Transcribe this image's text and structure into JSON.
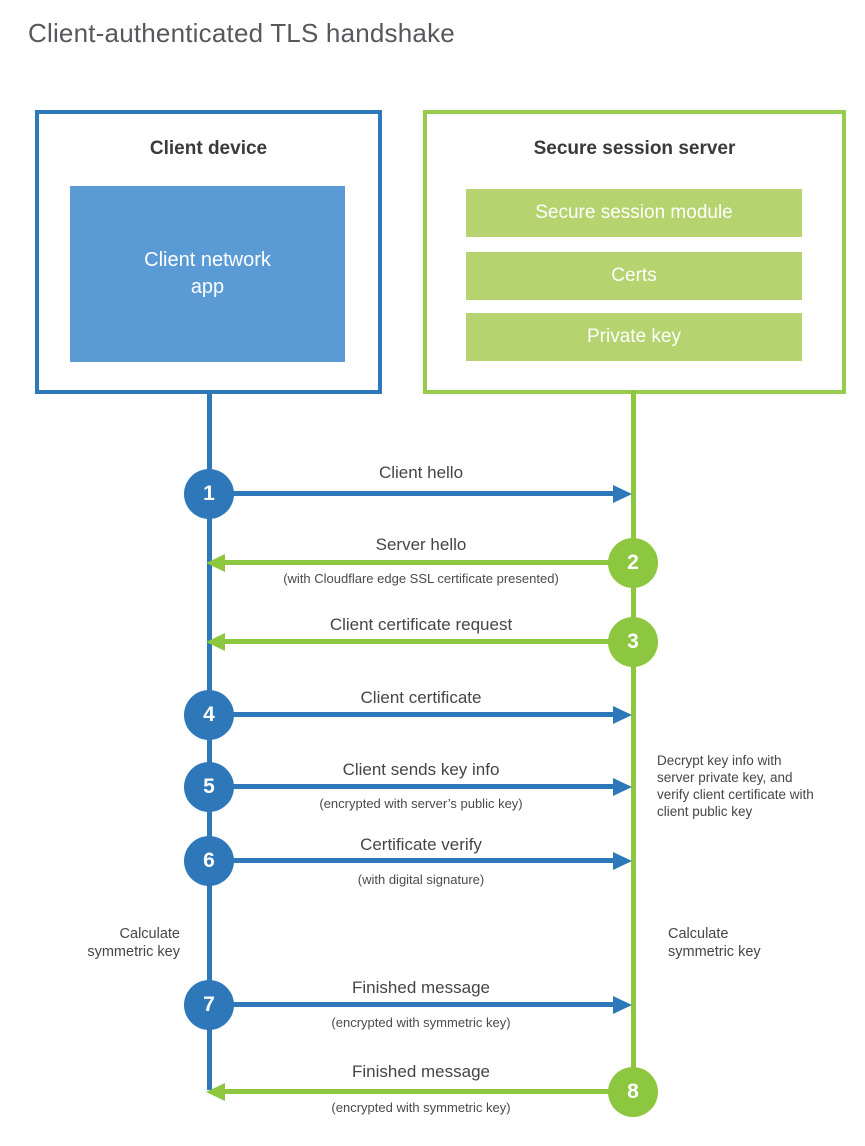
{
  "title": "Client-authenticated TLS handshake",
  "colors": {
    "blue": "#2e78b9",
    "blue_light": "#5b9bd5",
    "green": "#8dc63f",
    "green_light": "#b5d36e"
  },
  "client_box": {
    "title": "Client device",
    "app_label": "Client network\napp"
  },
  "server_box": {
    "title": "Secure session server",
    "modules": [
      "Secure session module",
      "Certs",
      "Private key"
    ]
  },
  "steps": [
    {
      "number": "1",
      "label": "Client hello",
      "from": "client",
      "to": "server"
    },
    {
      "number": "2",
      "label": "Server hello",
      "sublabel": "(with Cloudflare edge SSL certificate presented)",
      "from": "server",
      "to": "client"
    },
    {
      "number": "3",
      "label": "Client certificate request",
      "from": "server",
      "to": "client"
    },
    {
      "number": "4",
      "label": "Client certificate",
      "from": "client",
      "to": "server"
    },
    {
      "number": "5",
      "label": "Client sends key info",
      "sublabel": "(encrypted with server’s public key)",
      "from": "client",
      "to": "server"
    },
    {
      "number": "6",
      "label": "Certificate verify",
      "sublabel": "(with digital signature)",
      "from": "client",
      "to": "server"
    },
    {
      "number": "7",
      "label": "Finished message",
      "sublabel": "(encrypted with symmetric key)",
      "from": "client",
      "to": "server"
    },
    {
      "number": "8",
      "label": "Finished message",
      "sublabel": "(encrypted with symmetric key)",
      "from": "server",
      "to": "client"
    }
  ],
  "notes": {
    "decrypt": "Decrypt key info with server private key, and verify client certificate with client public key",
    "calc_left": "Calculate\nsymmetric key",
    "calc_right": "Calculate\nsymmetric key"
  }
}
